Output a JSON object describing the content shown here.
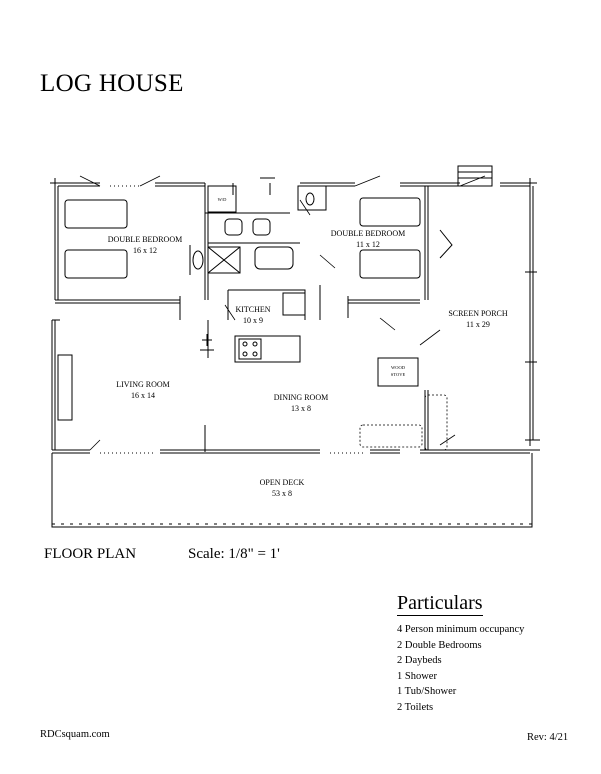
{
  "title": "LOG HOUSE",
  "rooms": {
    "double_bedroom_left": {
      "name": "DOUBLE BEDROOM",
      "size": "16 x 12"
    },
    "double_bedroom_right": {
      "name": "DOUBLE BEDROOM",
      "size": "11 x 12"
    },
    "kitchen": {
      "name": "KITCHEN",
      "size": "10 x 9"
    },
    "screen_porch": {
      "name": "SCREEN PORCH",
      "size": "11 x 29"
    },
    "living_room": {
      "name": "LIVING ROOM",
      "size": "16 x 14"
    },
    "dining_room": {
      "name": "DINING ROOM",
      "size": "13 x 8"
    },
    "open_deck": {
      "name": "OPEN DECK",
      "size": "53 x 8"
    }
  },
  "fixtures": {
    "washer_dryer": "W/D",
    "wood_stove_line1": "WOOD",
    "wood_stove_line2": "STOVE"
  },
  "floor_plan_label": "FLOOR PLAN",
  "scale_label": "Scale: 1/8\" = 1'",
  "particulars": {
    "title": "Particulars",
    "items": [
      "4 Person minimum occupancy",
      "2 Double Bedrooms",
      "2 Daybeds",
      "1 Shower",
      "1 Tub/Shower",
      "2 Toilets"
    ]
  },
  "website": "RDCsquam.com",
  "revision": "Rev: 4/21"
}
